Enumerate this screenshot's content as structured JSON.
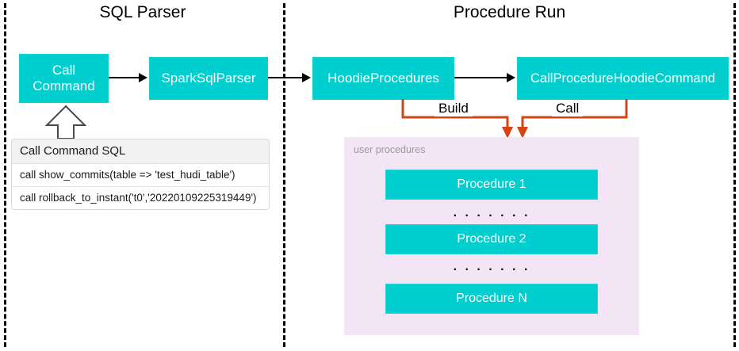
{
  "sections": [
    {
      "id": "sql-parser",
      "title": "SQL Parser"
    },
    {
      "id": "procedure-run",
      "title": "Procedure Run"
    }
  ],
  "nodes": {
    "call_command": "Call\nCommand",
    "spark_sql_parser": "SparkSqlParser",
    "hoodie_procedures": "HoodieProcedures",
    "call_procedure_hoodie_command": "CallProcedureHoodieCommand"
  },
  "edges": {
    "build_label": "Build",
    "call_label": "Call"
  },
  "sql_table": {
    "header": "Call Command SQL",
    "rows": [
      "call show_commits(table => 'test_hudi_table')",
      "call rollback_to_instant('t0','20220109225319449')"
    ]
  },
  "user_procedures": {
    "label": "user procedures",
    "items": [
      {
        "name": "Procedure 1"
      },
      {
        "name": "Procedure 2"
      },
      {
        "name": "Procedure N"
      }
    ],
    "ellipsis": ". . . . . . ."
  },
  "colors": {
    "node_fill": "#01CFCF",
    "node_text": "#FFFFFF",
    "panel_fill": "#F3E5F5",
    "edge_orange": "#D84315",
    "edge_black": "#000000",
    "divider": "#000000",
    "label_muted": "#9A9A9A"
  }
}
